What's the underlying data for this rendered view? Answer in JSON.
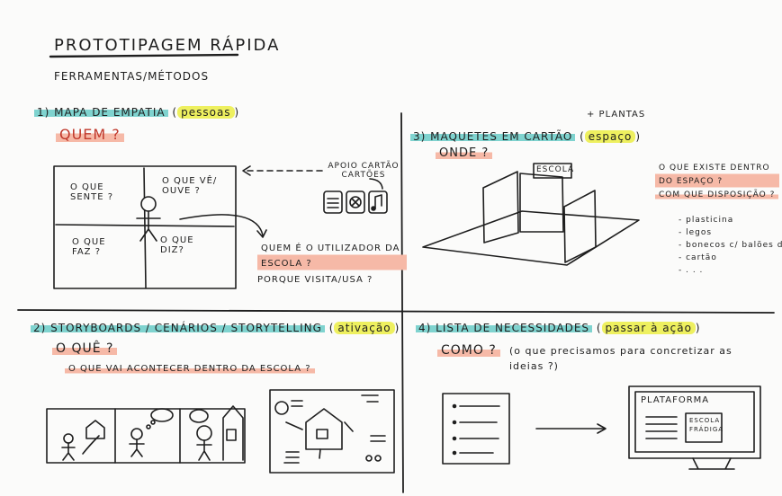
{
  "header": {
    "title": "PROTOTIPAGEM RÁPIDA",
    "subtitle": "FERRAMENTAS/MÉTODOS"
  },
  "q1": {
    "number": "1",
    "title": "MAPA DE EMPATIA",
    "tag": "pessoas",
    "question": "QUEM ?",
    "cells": [
      "O QUE SENTE ?",
      "O QUE VÊ/ OUVE ?",
      "O QUE FAZ ?",
      "O QUE DIZ?"
    ],
    "support_label": "APOIO CARTÃO CARTÕES",
    "question_1": "QUEM É O UTILIZADOR DA ESCOLA ?",
    "question_2": "PORQUE VISITA/USA ?"
  },
  "q2": {
    "number": "2",
    "title": "STORYBOARDS / CENÁRIOS / STORYTELLING",
    "tag": "ativação",
    "question": "O QUÊ ?",
    "subquestion": "O QUE VAI ACONTECER DENTRO DA ESCOLA ?"
  },
  "q3": {
    "number": "3",
    "title": "MAQUETES EM CARTÃO",
    "tag": "espaço",
    "extra": "+ PLANTAS",
    "question": "ONDE ?",
    "model_label": "ESCOLA",
    "q_a": "O QUE EXISTE DENTRO DO ESPAÇO ?",
    "q_b": "COM QUE DISPOSIÇÃO ?",
    "materials": [
      "- plasticina",
      "- legos",
      "- bonecos c/ balões de fala",
      "- cartão",
      "- . . ."
    ]
  },
  "q4": {
    "number": "4",
    "title": "LISTA DE NECESSIDADES",
    "tag": "passar à ação",
    "question": "COMO ?",
    "note": "(o que precisamos para concretizar as ideias ?)",
    "screen_title": "PLATAFORMA",
    "screen_box": "ESCOLA FRÁDIGA"
  },
  "colors": {
    "teal": "#7fd3cf",
    "yellow": "#eef05f",
    "pink": "#f6b9a7",
    "ink": "#1e1e1e"
  }
}
